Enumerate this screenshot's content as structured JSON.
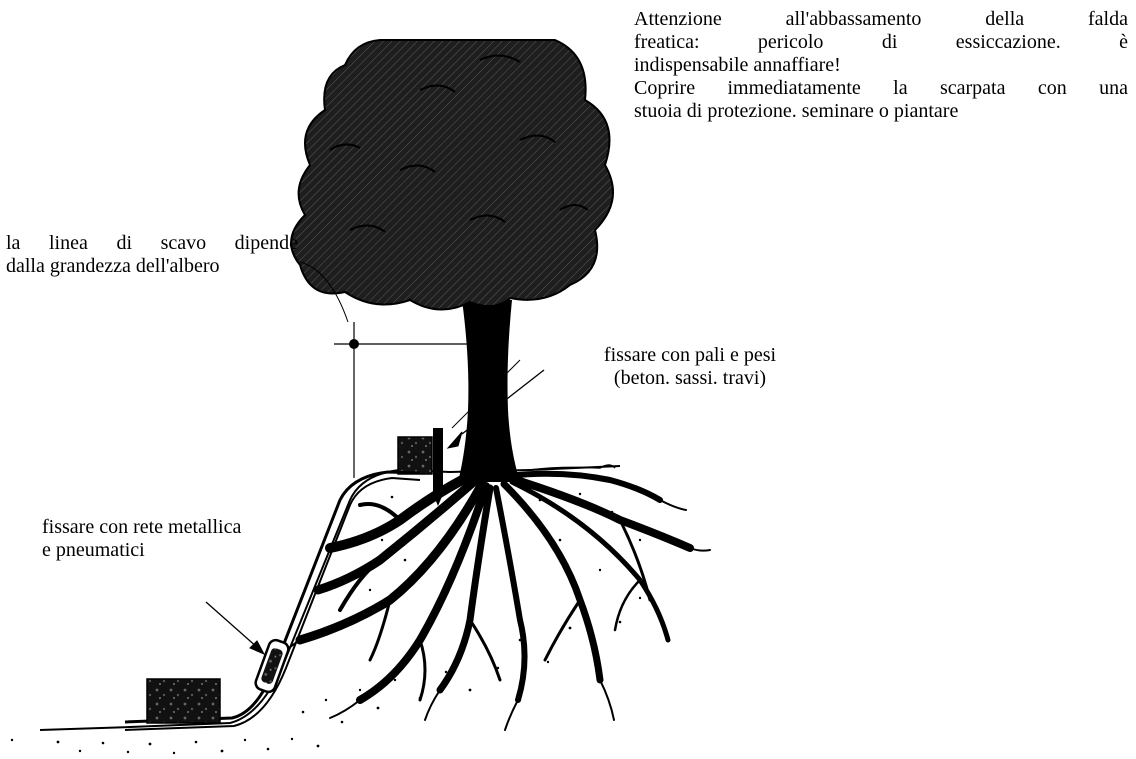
{
  "notes": {
    "top_line1": "Attenzione all'abbassamento della falda freatica: pericolo di essiccazione. è",
    "top_line1_a": "Attenzione all'abbassamento della falda",
    "top_line1_b": "freatica: pericolo di essiccazione. è",
    "top_line2": "indispensabile annaffiare!",
    "top_line3_a": "Coprire immediatamente la scarpata con una",
    "top_line3_b": "stuoia di protezione. seminare o piantare"
  },
  "labels": {
    "scavo_line1": "la linea di scavo dipende",
    "scavo_line2": "dalla grandezza dell'albero",
    "pali_line1": "fissare con pali e pesi",
    "pali_line2": "(beton. sassi. travi)",
    "rete_line1": "fissare con rete metallica",
    "rete_line2": "e pneumatici"
  },
  "icons": {
    "tree": "tree-icon",
    "weight_block_top": "concrete-block-icon",
    "weight_block_bottom": "concrete-block-icon",
    "stake": "stake-icon",
    "tyre": "tyre-icon"
  },
  "colors": {
    "ink": "#000000",
    "crown": "#1e1e1e",
    "paper": "#ffffff"
  }
}
